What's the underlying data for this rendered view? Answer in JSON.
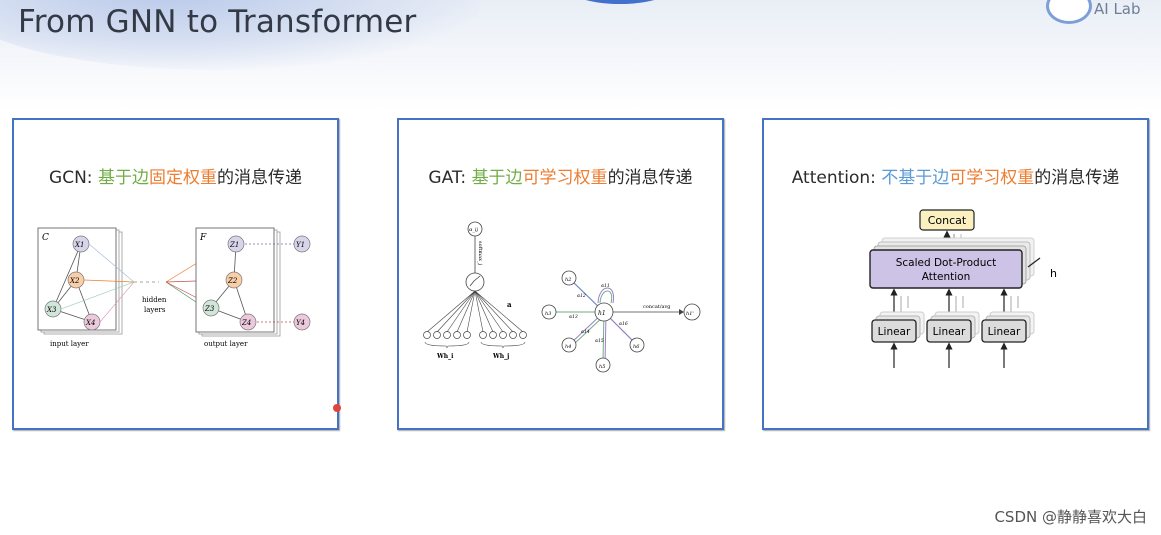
{
  "header": {
    "title": "From GNN to Transformer",
    "logo_text": "AI Lab"
  },
  "panels": [
    {
      "title_parts": [
        {
          "text": "GCN: ",
          "color": "dark"
        },
        {
          "text": "基于边",
          "color": "green"
        },
        {
          "text": "固定权重",
          "color": "orange"
        },
        {
          "text": "的消息传递",
          "color": "dark"
        }
      ],
      "diagram": {
        "input_frame_label": "C",
        "output_frame_label": "F",
        "input_nodes": [
          "X1",
          "X2",
          "X3",
          "X4"
        ],
        "output_nodes": [
          "Z1",
          "Z2",
          "Z3",
          "Z4"
        ],
        "target_nodes": [
          "Y1",
          "Y4"
        ],
        "hidden_label_1": "hidden",
        "hidden_label_2": "layers",
        "input_caption": "input layer",
        "output_caption": "output layer"
      }
    },
    {
      "title_parts": [
        {
          "text": "GAT: ",
          "color": "dark"
        },
        {
          "text": "基于边",
          "color": "green"
        },
        {
          "text": "可学习权重",
          "color": "orange"
        },
        {
          "text": "的消息传递",
          "color": "dark"
        }
      ],
      "diagram": {
        "alpha_label": "α_ij",
        "softmax_label": "softmax_j",
        "a_label": "a",
        "wh_left": "Wh_i",
        "wh_right": "Wh_j",
        "center_node": "h1",
        "neighbor_nodes": [
          "h2",
          "h3",
          "h4",
          "h5",
          "h6"
        ],
        "output_node": "h1'",
        "concat_label": "concat/avg",
        "edge_labels": [
          "α11",
          "α12",
          "α13",
          "α14",
          "α15",
          "α16"
        ]
      }
    },
    {
      "title_parts": [
        {
          "text": "Attention: ",
          "color": "dark"
        },
        {
          "text": "不基于边",
          "color": "blue"
        },
        {
          "text": "可学习权重",
          "color": "orange"
        },
        {
          "text": "的消息传递",
          "color": "dark"
        }
      ],
      "diagram": {
        "concat_label": "Concat",
        "attention_line_1": "Scaled Dot-Product",
        "attention_line_2": "Attention",
        "heads_label": "h",
        "linear_labels": [
          "Linear",
          "Linear",
          "Linear"
        ]
      }
    }
  ],
  "watermark": "CSDN @静静喜欢大白",
  "colors": {
    "green": "#70ad47",
    "orange": "#ed7d31",
    "blue": "#5b9bd5",
    "panel_border": "#4472c4"
  }
}
